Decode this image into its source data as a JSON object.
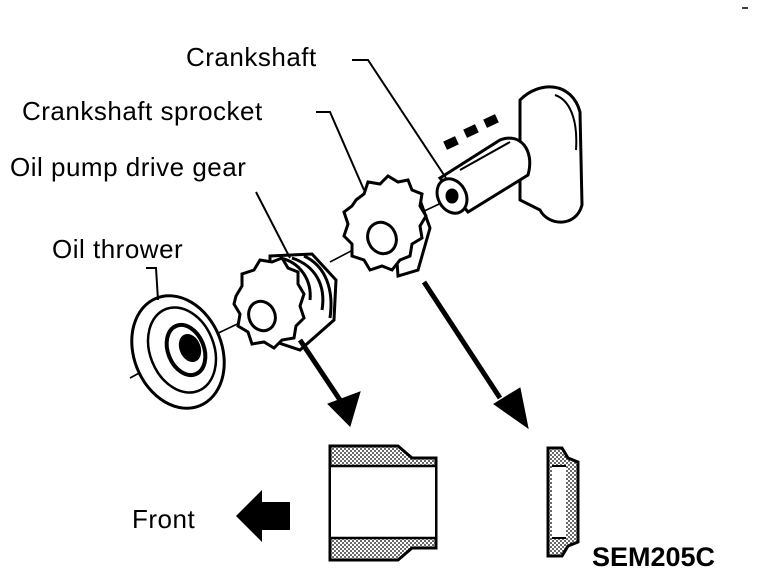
{
  "labels": {
    "crankshaft": "Crankshaft",
    "crankshaft_sprocket": "Crankshaft sprocket",
    "oil_pump_drive_gear": "Oil pump drive gear",
    "oil_thrower": "Oil thrower",
    "front": "Front",
    "figure_code": "SEM205C"
  },
  "icons": {
    "direction_arrow": "arrow-left-icon",
    "view_arrows": "arrow-down-right-icon"
  },
  "colors": {
    "ink": "#000000",
    "paper": "#ffffff",
    "stipple": "#9a9a9a"
  }
}
